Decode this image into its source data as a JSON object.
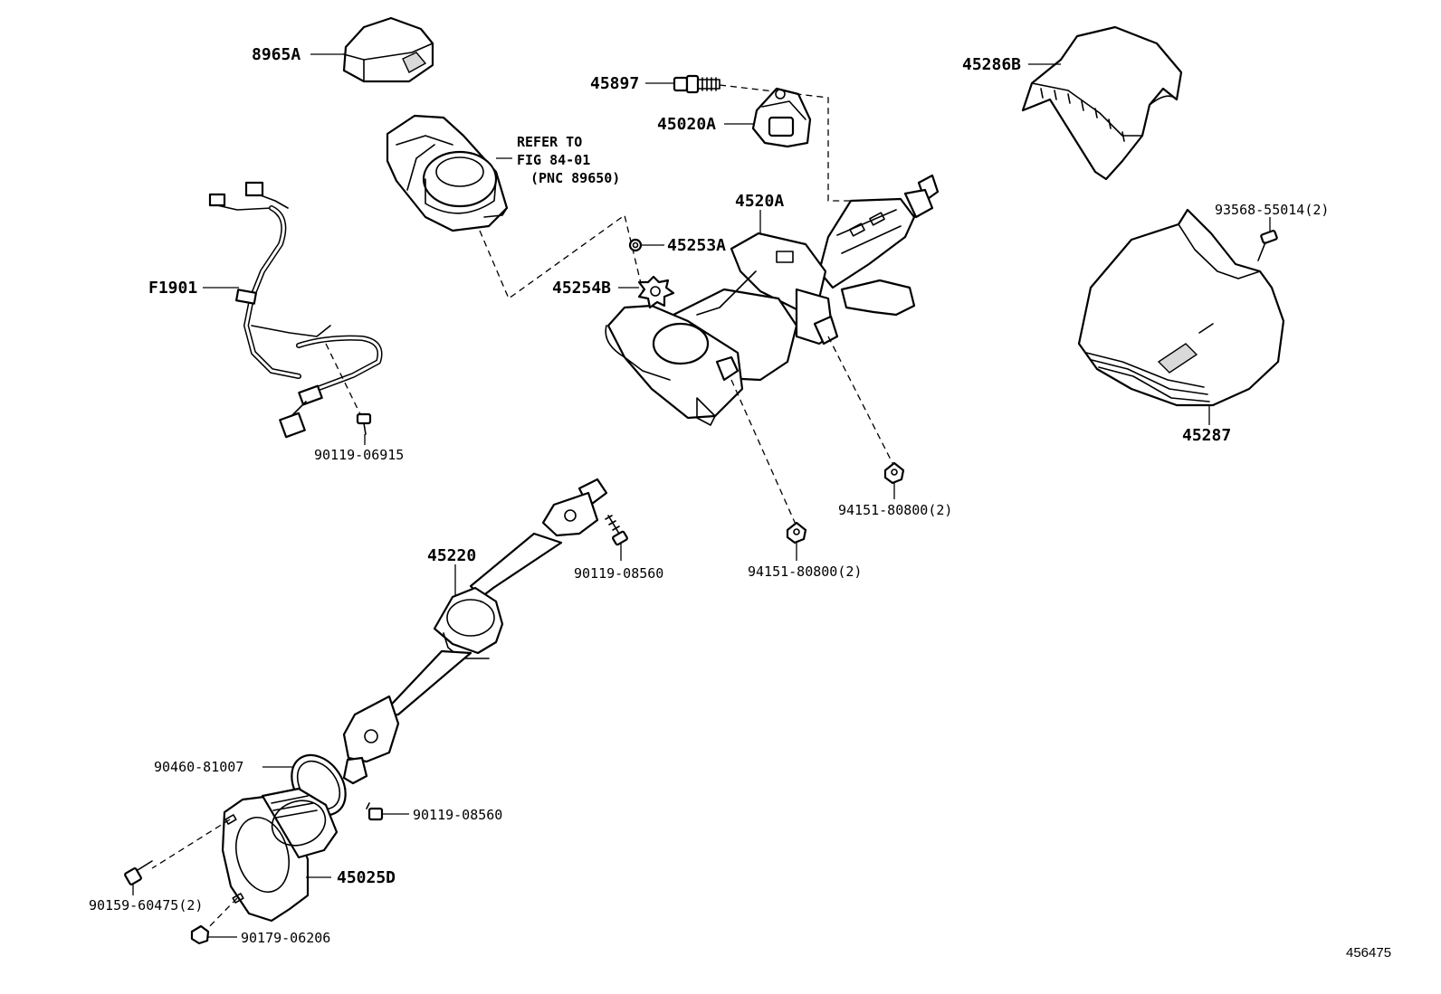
{
  "diagram_id": "456475",
  "refer_note": {
    "line1": "REFER TO",
    "line2": "FIG 84-01",
    "line3": "(PNC 89650)"
  },
  "parts": {
    "p8965A": "8965A",
    "p45897": "45897",
    "p45020A": "45020A",
    "p45286B": "45286B",
    "p4520A": "4520A",
    "p45253A": "45253A",
    "p45254B": "45254B",
    "pF1901": "F1901",
    "p9011906915": "90119-06915",
    "p9356855014": "93568-55014(2)",
    "p45287": "45287",
    "p9415180800a": "94151-80800(2)",
    "p9415180800b": "94151-80800(2)",
    "p45220": "45220",
    "p9011908560a": "90119-08560",
    "p9046081007": "90460-81007",
    "p9011908560b": "90119-08560",
    "p45025D": "45025D",
    "p9015960475": "90159-60475(2)",
    "p9017906206": "90179-06206"
  }
}
